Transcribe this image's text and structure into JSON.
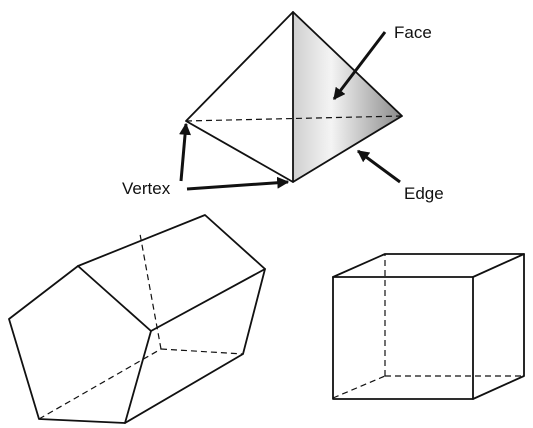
{
  "labels": {
    "face": "Face",
    "vertex": "Vertex",
    "edge": "Edge"
  },
  "colors": {
    "ink": "#111111",
    "shade_light": "#f4f4f4",
    "shade_dark": "#8a8a8a"
  }
}
